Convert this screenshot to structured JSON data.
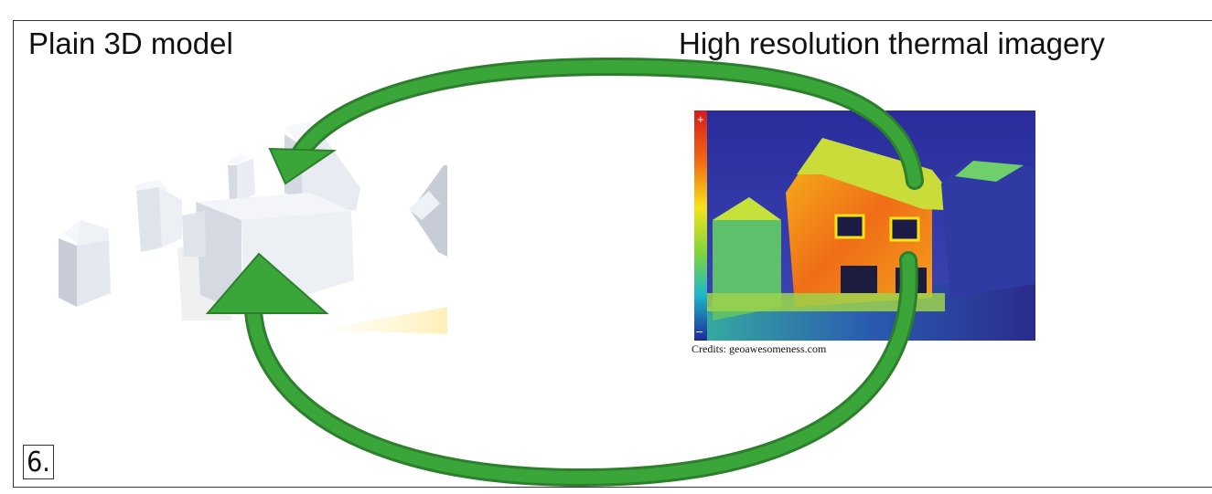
{
  "slide": {
    "left_title": "Plain 3D model",
    "right_title": "High resolution thermal imagery",
    "credits": "Credits: geoawesomeness.com",
    "slide_number": "6.",
    "thermal_scale": {
      "plus": "+",
      "minus": "–"
    }
  },
  "colors": {
    "arrow": "#3aa63a",
    "arrow_dark": "#2d7f2d",
    "building": "#e3e6ee",
    "shadow_glow": "#fff3c4"
  },
  "icons": [
    "arrow-cycle",
    "plus-icon",
    "minus-icon"
  ]
}
